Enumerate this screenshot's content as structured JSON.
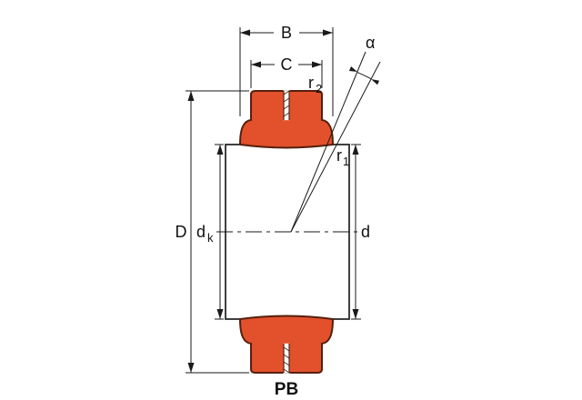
{
  "diagram": {
    "type": "technical-drawing",
    "subject": "spherical-plain-bearing-cross-section",
    "caption": "PB",
    "labels": {
      "B": "B",
      "C": "C",
      "alpha": "α",
      "r1_base": "r",
      "r1_sub": "1",
      "r2_base": "r",
      "r2_sub": "2",
      "D": "D",
      "dk_base": "d",
      "dk_sub": "k",
      "d": "d"
    },
    "colors": {
      "ring_fill": "#E2512C",
      "ring_stroke": "#55200C",
      "line_color": "#1A1A1A",
      "background": "#FFFFFF"
    }
  }
}
